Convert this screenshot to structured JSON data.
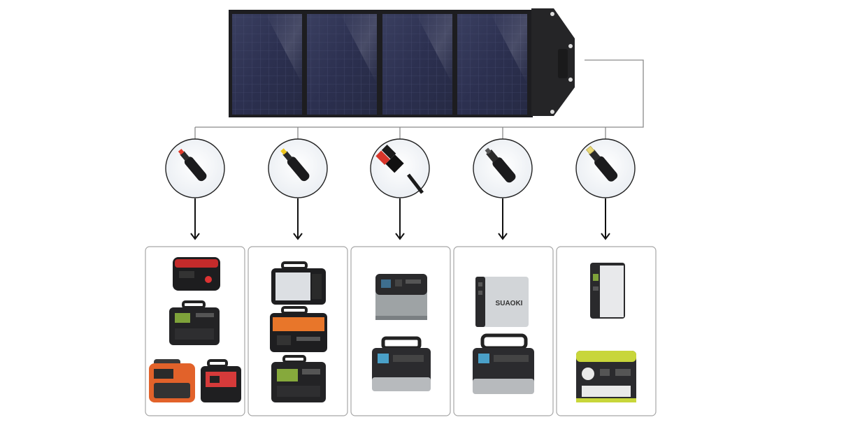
{
  "panel": {
    "cell_color": "#2f3350",
    "frame_color": "#1f1f22",
    "flap_color": "#262628"
  },
  "connector_line_color": "#8a8a8a",
  "connectors": [
    {
      "name": "dc-plug-red-tip-icon",
      "tip_color": "#e03a2a"
    },
    {
      "name": "dc-plug-yellow-tip-icon",
      "tip_color": "#f0c81e"
    },
    {
      "name": "anderson-plug-icon",
      "tip_color": "#d8352a"
    },
    {
      "name": "dc-plug-black-tip-icon",
      "tip_color": "#2a2a2a"
    },
    {
      "name": "dc-plug-metal-tip-icon",
      "tip_color": "#e8d878"
    }
  ],
  "station_groups": [
    {
      "devices": [
        "red-black-power-station",
        "black-green-power-station",
        "orange-power-station",
        "red-small-power-station"
      ]
    },
    {
      "devices": [
        "silver-power-station",
        "orange-stripe-power-station",
        "green-screen-power-station"
      ]
    },
    {
      "devices": [
        "gray-power-station",
        "black-gray-power-station"
      ]
    },
    {
      "devices": [
        "silver-suaoki-power-station",
        "black-gray-power-station"
      ]
    },
    {
      "devices": [
        "white-suaoki-power-station",
        "yellow-green-power-station"
      ]
    }
  ],
  "brand_marks": {
    "suaoki": "SUAOKI"
  }
}
